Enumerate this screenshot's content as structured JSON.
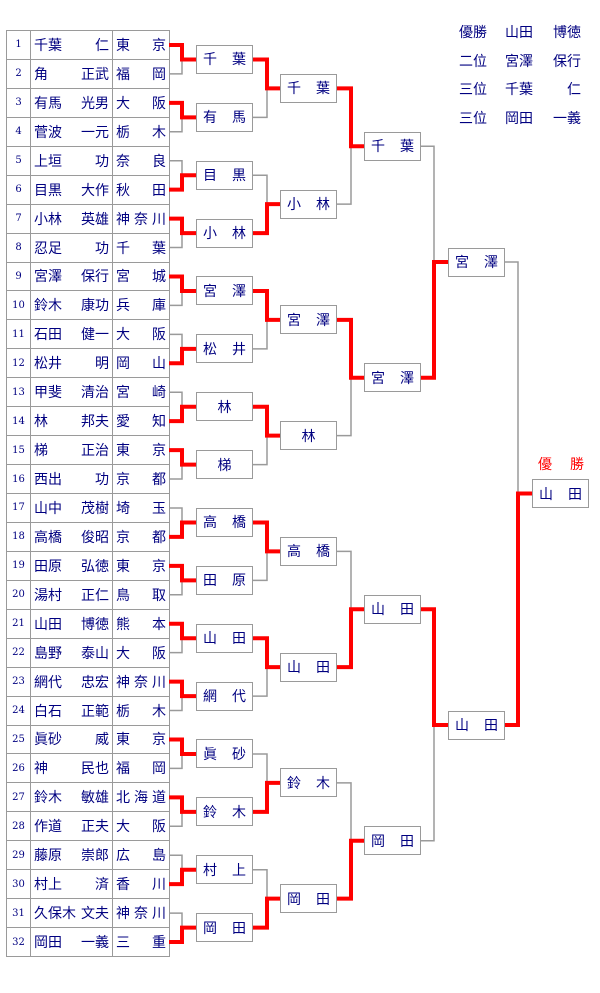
{
  "legend": [
    {
      "label": "優勝",
      "family": "山田",
      "given": "博徳"
    },
    {
      "label": "二位",
      "family": "宮澤",
      "given": "保行"
    },
    {
      "label": "三位",
      "family": "千葉",
      "given": "仁"
    },
    {
      "label": "三位",
      "family": "岡田",
      "given": "一義"
    }
  ],
  "champion_label": "優勝",
  "entrants": [
    {
      "seed": "1",
      "family": "千葉",
      "given": "仁",
      "pref": "東京"
    },
    {
      "seed": "2",
      "family": "角",
      "given": "正武",
      "pref": "福岡"
    },
    {
      "seed": "3",
      "family": "有馬",
      "given": "光男",
      "pref": "大阪"
    },
    {
      "seed": "4",
      "family": "菅波",
      "given": "一元",
      "pref": "栃木"
    },
    {
      "seed": "5",
      "family": "上垣",
      "given": "功",
      "pref": "奈良"
    },
    {
      "seed": "6",
      "family": "目黒",
      "given": "大作",
      "pref": "秋田"
    },
    {
      "seed": "7",
      "family": "小林",
      "given": "英雄",
      "pref": "神奈川"
    },
    {
      "seed": "8",
      "family": "忍足",
      "given": "功",
      "pref": "千葉"
    },
    {
      "seed": "9",
      "family": "宮澤",
      "given": "保行",
      "pref": "宮城"
    },
    {
      "seed": "10",
      "family": "鈴木",
      "given": "康功",
      "pref": "兵庫"
    },
    {
      "seed": "11",
      "family": "石田",
      "given": "健一",
      "pref": "大阪"
    },
    {
      "seed": "12",
      "family": "松井",
      "given": "明",
      "pref": "岡山"
    },
    {
      "seed": "13",
      "family": "甲斐",
      "given": "清治",
      "pref": "宮崎"
    },
    {
      "seed": "14",
      "family": "林",
      "given": "邦夫",
      "pref": "愛知"
    },
    {
      "seed": "15",
      "family": "梯",
      "given": "正治",
      "pref": "東京"
    },
    {
      "seed": "16",
      "family": "西出",
      "given": "功",
      "pref": "京都"
    },
    {
      "seed": "17",
      "family": "山中",
      "given": "茂樹",
      "pref": "埼玉"
    },
    {
      "seed": "18",
      "family": "高橋",
      "given": "俊昭",
      "pref": "京都"
    },
    {
      "seed": "19",
      "family": "田原",
      "given": "弘徳",
      "pref": "東京"
    },
    {
      "seed": "20",
      "family": "湯村",
      "given": "正仁",
      "pref": "鳥取"
    },
    {
      "seed": "21",
      "family": "山田",
      "given": "博徳",
      "pref": "熊本"
    },
    {
      "seed": "22",
      "family": "島野",
      "given": "泰山",
      "pref": "大阪"
    },
    {
      "seed": "23",
      "family": "網代",
      "given": "忠宏",
      "pref": "神奈川"
    },
    {
      "seed": "24",
      "family": "白石",
      "given": "正範",
      "pref": "栃木"
    },
    {
      "seed": "25",
      "family": "眞砂",
      "given": "威",
      "pref": "東京"
    },
    {
      "seed": "26",
      "family": "神",
      "given": "民也",
      "pref": "福岡"
    },
    {
      "seed": "27",
      "family": "鈴木",
      "given": "敏雄",
      "pref": "北海道"
    },
    {
      "seed": "28",
      "family": "作道",
      "given": "正夫",
      "pref": "大阪"
    },
    {
      "seed": "29",
      "family": "藤原",
      "given": "崇郎",
      "pref": "広島"
    },
    {
      "seed": "30",
      "family": "村上",
      "given": "済",
      "pref": "香川"
    },
    {
      "seed": "31",
      "family": "久保木",
      "given": "文夫",
      "pref": "神奈川"
    },
    {
      "seed": "32",
      "family": "岡田",
      "given": "一義",
      "pref": "三重"
    }
  ],
  "rounds": [
    [
      {
        "name": "千葉",
        "winner": "top"
      },
      {
        "name": "有馬",
        "winner": "top"
      },
      {
        "name": "目黒",
        "winner": "bottom"
      },
      {
        "name": "小林",
        "winner": "top"
      },
      {
        "name": "宮澤",
        "winner": "top"
      },
      {
        "name": "松井",
        "winner": "bottom"
      },
      {
        "name": "林",
        "winner": "bottom"
      },
      {
        "name": "梯",
        "winner": "top"
      },
      {
        "name": "高橋",
        "winner": "bottom"
      },
      {
        "name": "田原",
        "winner": "top"
      },
      {
        "name": "山田",
        "winner": "top"
      },
      {
        "name": "網代",
        "winner": "top"
      },
      {
        "name": "眞砂",
        "winner": "top"
      },
      {
        "name": "鈴木",
        "winner": "top"
      },
      {
        "name": "村上",
        "winner": "bottom"
      },
      {
        "name": "岡田",
        "winner": "bottom"
      }
    ],
    [
      {
        "name": "千葉",
        "winner": "top"
      },
      {
        "name": "小林",
        "winner": "bottom"
      },
      {
        "name": "宮澤",
        "winner": "top"
      },
      {
        "name": "林",
        "winner": "top"
      },
      {
        "name": "高橋",
        "winner": "top"
      },
      {
        "name": "山田",
        "winner": "top"
      },
      {
        "name": "鈴木",
        "winner": "bottom"
      },
      {
        "name": "岡田",
        "winner": "bottom"
      }
    ],
    [
      {
        "name": "千葉",
        "winner": "top"
      },
      {
        "name": "宮澤",
        "winner": "top"
      },
      {
        "name": "山田",
        "winner": "bottom"
      },
      {
        "name": "岡田",
        "winner": "bottom"
      }
    ],
    [
      {
        "name": "宮澤",
        "winner": "bottom"
      },
      {
        "name": "山田",
        "winner": "top"
      }
    ],
    [
      {
        "name": "山田",
        "winner": "bottom"
      }
    ]
  ],
  "colors": {
    "text": "#000080",
    "winner_line": "#ff0000",
    "loser_line": "#9a9a9a",
    "champion_label": "#ff0000"
  }
}
